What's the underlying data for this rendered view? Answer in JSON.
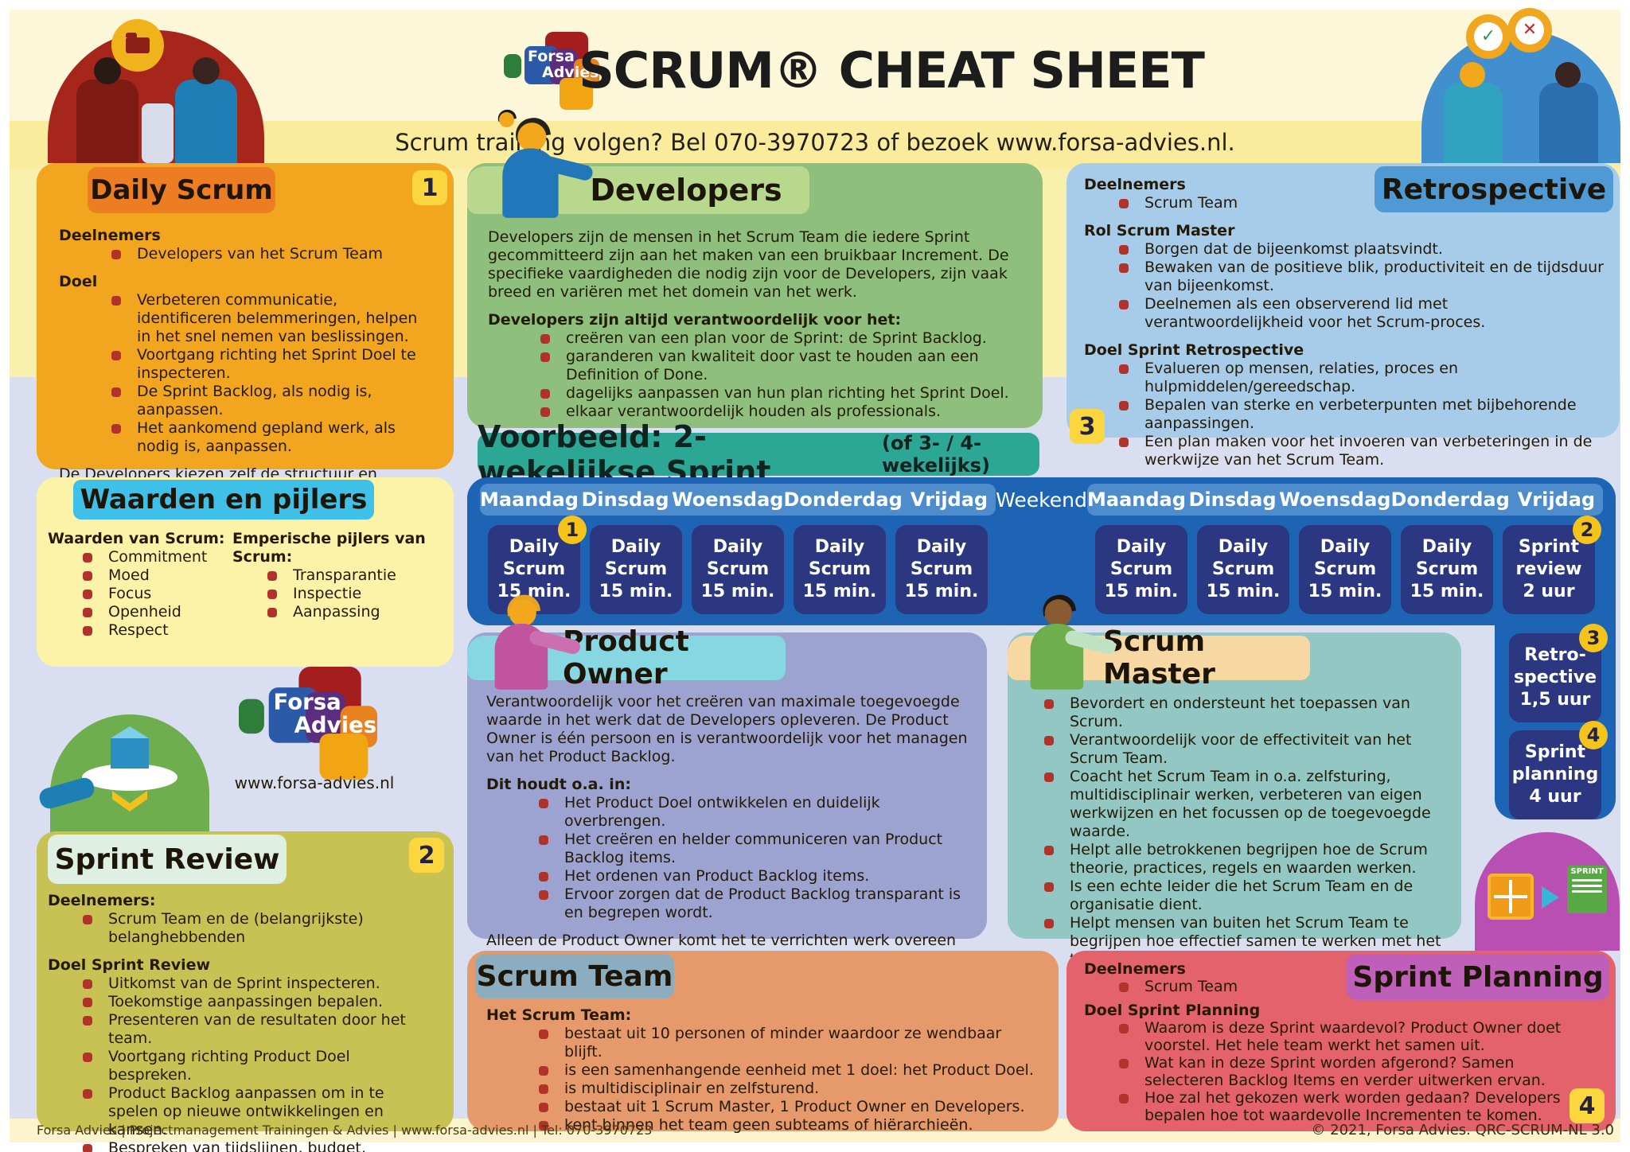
{
  "header": {
    "logo_line1": "Forsa",
    "logo_line2": "Advies",
    "title": "SCRUM® CHEAT SHEET",
    "training_line": "Scrum training volgen? Bel 070-3970723 of bezoek www.forsa-advies.nl.",
    "website": "www.forsa-advies.nl"
  },
  "colors": {
    "daily_scrum_bg": "#f2a51e",
    "daily_scrum_chip": "#ed7d23",
    "values_bg": "#fcf2a8",
    "values_chip": "#3fc0e8",
    "sprint_review_bg": "#c7c253",
    "sprint_review_chip": "#dfefe3",
    "developers_bg": "#8fbf7c",
    "developers_chip": "#b8d88e",
    "example_header": "#2ca795",
    "calendar_bg": "#1d64b4",
    "calendar_strip": "#4e8ccb",
    "calendar_cell": "#2b3780",
    "product_owner_bg": "#9ca3d1",
    "product_owner_chip": "#87d7e2",
    "scrum_team_bg": "#e69a6c",
    "scrum_team_chip": "#8cadbf",
    "retrospective_bg": "#a7cce9",
    "retrospective_chip": "#4f9ad4",
    "scrum_master_bg": "#92c7c3",
    "scrum_master_chip": "#f7d8a3",
    "sprint_planning_bg": "#e4626c",
    "sprint_planning_chip": "#c05fba",
    "badge_yellow": "#fcd63f",
    "bullet_red": "#b1322a"
  },
  "daily_scrum": {
    "title": "Daily Scrum",
    "badge": "1",
    "participants_label": "Deelnemers",
    "participants": [
      "Developers van het Scrum Team"
    ],
    "goal_label": "Doel",
    "goals": [
      "Verbeteren communicatie, identificeren belemmeringen, helpen in het snel nemen van beslissingen.",
      "Voortgang richting het Sprint Doel te inspecteren.",
      "De Sprint Backlog, als nodig is, aanpassen.",
      "Het aankomend gepland werk, als nodig is, aanpassen."
    ],
    "note": "De Developers kiezen zelf de structuur en techniek die ze willen. Dit creëert focus en verbetert de zelfsturing."
  },
  "values_pillars": {
    "title": "Waarden en pijlers",
    "values_label": "Waarden van Scrum:",
    "values": [
      "Commitment",
      "Moed",
      "Focus",
      "Openheid",
      "Respect"
    ],
    "pillars_label": "Emperische pijlers van Scrum:",
    "pillars": [
      "Transparantie",
      "Inspectie",
      "Aanpassing"
    ]
  },
  "sprint_review": {
    "title": "Sprint Review",
    "badge": "2",
    "participants_label": "Deelnemers:",
    "participants": [
      "Scrum Team en de (belangrijkste) belanghebbenden"
    ],
    "goal_label": "Doel Sprint Review",
    "goals": [
      "Uitkomst van de Sprint inspecteren.",
      "Toekomstige aanpassingen bepalen.",
      "Presenteren van de resultaten door het team.",
      "Voortgang richting Product Doel bespreken.",
      "Product Backlog aanpassen om in te spelen op nieuwe ontwikkelingen en kansen.",
      "Bespreken van tijdslijnen, budget, mogelijke ‘capabilities’ en de marktvraag voor volgende releases."
    ]
  },
  "developers": {
    "title": "Developers",
    "intro": "Developers zijn de mensen in het Scrum Team die iedere Sprint gecommitteerd zijn aan het maken van een bruikbaar Increment.  De specifieke vaardigheden die nodig zijn voor de Developers, zijn vaak breed en variëren met het domein van het werk.",
    "resp_label": "Developers zijn altijd verantwoordelijk voor het:",
    "responsibilities": [
      "creëren van een plan voor de Sprint: de Sprint Backlog.",
      "garanderen van kwaliteit door vast te houden aan een Definition of Done.",
      "dagelijks aanpassen van hun plan richting het Sprint Doel.",
      "elkaar verantwoordelijk houden als professionals."
    ]
  },
  "sprint_example": {
    "title": "Voorbeeld: 2-wekelijkse Sprint",
    "title_suffix": "(of 3- / 4-wekelijks)",
    "days": [
      "Maandag",
      "Dinsdag",
      "Woensdag",
      "Donderdag",
      "Vrijdag"
    ],
    "weekend_label": "Weekend",
    "daily_cell": "Daily\nScrum\n15 min.",
    "review_cell": "Sprint\nreview\n2 uur",
    "retro_cell": "Retro-\nspective\n1,5 uur",
    "plan_cell": "Sprint\nplanning\n4 uur",
    "badges": {
      "daily": "1",
      "review": "2",
      "retro": "3",
      "planning": "4"
    }
  },
  "product_owner": {
    "title": "Product Owner",
    "intro": "Verantwoordelijk voor het creëren van maximale toegevoegde waarde in het werk dat de Developers opleveren. De Product Owner is één persoon en is verantwoordelijk voor het managen van het Product Backlog.",
    "list_label": "Dit houdt o.a. in:",
    "items": [
      "Het Product Doel ontwikkelen en duidelijk overbrengen.",
      "Het creëren en helder communiceren van Product Backlog items.",
      "Het ordenen van Product Backlog items.",
      "Ervoor zorgen dat de Product Backlog transparant is en begrepen wordt."
    ],
    "outro": "Alleen de Product Owner komt het te verrichten werk overeen met de Developers aan de hand van het Product Backlog. Het is belangrijk dat de hele organisatie deze communicatielijn respecteert."
  },
  "scrum_master": {
    "title": "Scrum Master",
    "items": [
      "Bevordert en ondersteunt het toepassen van Scrum.",
      "Verantwoordelijk voor de effectiviteit van het Scrum Team.",
      "Coacht het Scrum Team in o.a. zelfsturing, multidisciplinair werken, verbeteren van eigen werkwijzen en het focussen op de toegevoegde waarde.",
      "Helpt alle betrokkenen begrijpen hoe de Scrum theorie, practices, regels en waarden werken.",
      "Is een echte leider die het Scrum Team en de organisatie dient.",
      "Helpt mensen van buiten het Scrum Team te begrijpen hoe effectief samen te werken met het team voor maximale waarde."
    ]
  },
  "scrum_team": {
    "title": "Scrum Team",
    "intro_label": "Het Scrum Team:",
    "items": [
      "bestaat uit 10 personen of minder waardoor ze wendbaar blijft.",
      "is een samenhangende eenheid met 1 doel: het Product Doel.",
      "is multidisciplinair en zelfsturend.",
      "bestaat uit 1 Scrum Master, 1 Product Owner en Developers.",
      "kent binnen het team geen subteams of hiërarchieën."
    ]
  },
  "retrospective": {
    "title": "Retrospective",
    "badge": "3",
    "participants_label": "Deelnemers",
    "participants": [
      "Scrum Team"
    ],
    "role_label": "Rol Scrum Master",
    "role_items": [
      "Borgen dat de bijeenkomst plaatsvindt.",
      "Bewaken van de positieve blik, productiviteit en de tijdsduur van bijeenkomst.",
      "Deelnemen als een observerend lid met verantwoordelijkheid voor het Scrum-proces."
    ],
    "goal_label": "Doel Sprint Retrospective",
    "goal_items": [
      "Evalueren op mensen, relaties, proces en hulpmiddelen/gereedschap.",
      "Bepalen van sterke en verbeterpunten met bijbehorende aanpassingen.",
      "Een plan maken voor het invoeren van verbeteringen in de werkwijze van het Scrum Team."
    ]
  },
  "sprint_planning": {
    "title": "Sprint Planning",
    "badge": "4",
    "participants_label": "Deelnemers",
    "participants": [
      "Scrum Team"
    ],
    "goal_label": "Doel Sprint Planning",
    "goal_items": [
      "Waarom is deze Sprint waardevol? Product Owner doet voorstel. Het hele team werkt het samen uit.",
      "Wat kan in deze Sprint worden afgerond? Samen selecteren Backlog Items en verder uitwerken ervan.",
      "Hoe zal het gekozen werk worden gedaan? Developers bepalen hoe tot waardevolle Incrementen te komen."
    ],
    "sprint_icon_label": "SPRINT"
  },
  "footer": {
    "left": "Forsa Advies | Projectmanagement Trainingen & Advies | www.forsa-advies.nl | Tel: 070-3970723",
    "right": "© 2021, Forsa  Advies. QRC-SCRUM-NL 3.0"
  }
}
